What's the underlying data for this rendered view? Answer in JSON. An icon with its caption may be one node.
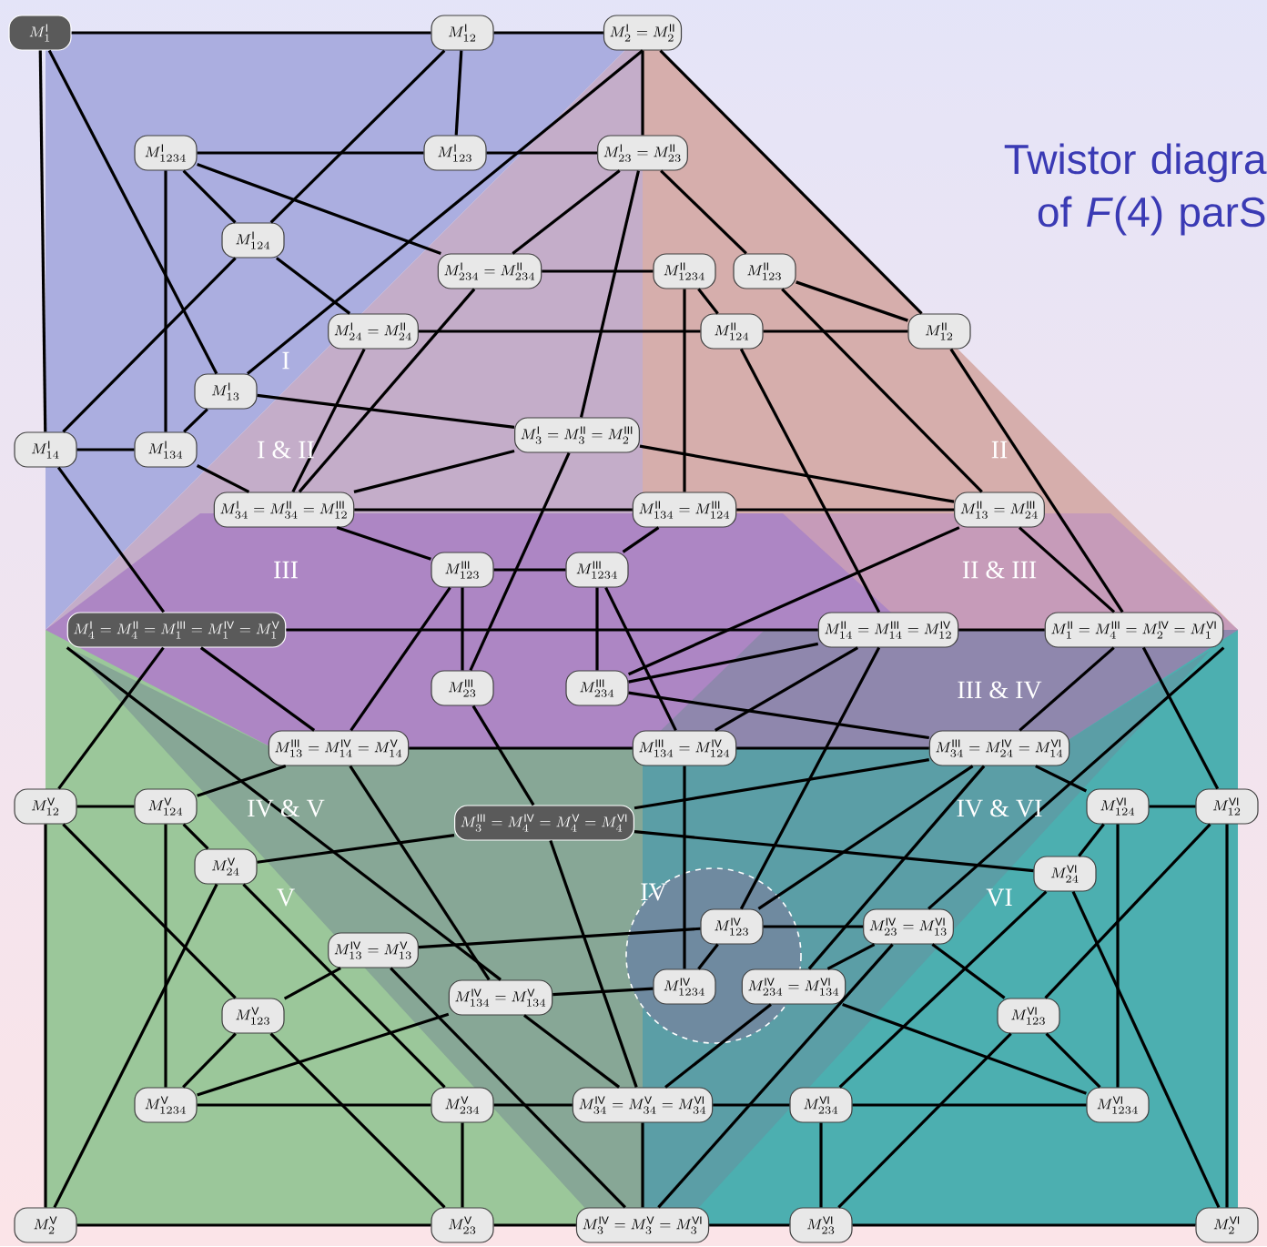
{
  "diagram": {
    "title": "Twistor diagra of *F*(4) parS",
    "nodes": [
      {
        "text": [
          "M^{\\mathrm{I}}_{1}"
        ]
      },
      {
        "text": [
          "M^{\\mathrm{I}}_{12}"
        ]
      },
      {
        "text": [
          "M^{\\mathrm{I}}_{2}=M^{\\mathrm{II}}_{2}"
        ]
      },
      {
        "text": [
          "M^{\\mathrm{I}}_{1234}"
        ]
      },
      {
        "text": [
          "M^{\\mathrm{I}}_{123}"
        ]
      },
      {
        "text": [
          "M^{\\mathrm{I}}_{23}=M^{\\mathrm{II}}_{23}"
        ]
      },
      {
        "text": [
          "M^{\\mathrm{I}}_{124}"
        ]
      },
      {
        "text": [
          "M^{\\mathrm{I}}_{234}=M^{\\mathrm{II}}_{234}"
        ]
      },
      {
        "text": [
          "M^{\\mathrm{II}}_{1234}"
        ]
      },
      {
        "text": [
          "M^{\\mathrm{II}}_{123}"
        ]
      },
      {
        "text": [
          "M^{\\mathrm{I}}_{24}=M^{\\mathrm{II}}_{24}"
        ]
      },
      {
        "text": [
          "M^{\\mathrm{II}}_{124}"
        ]
      },
      {
        "text": [
          "M^{\\mathrm{II}}_{12}"
        ]
      },
      {
        "text": [
          "M^{\\mathrm{I}}_{13}"
        ]
      },
      {
        "text": [
          "M^{\\mathrm{I}}_{14}"
        ]
      },
      {
        "text": [
          "M^{\\mathrm{I}}_{134}"
        ]
      },
      {
        "text": [
          "M^{\\mathrm{I}}_{3}=M^{\\mathrm{II}}_{3}=M^{\\mathrm{III}}_{2}"
        ]
      },
      {
        "text": [
          "M^{\\mathrm{I}}_{34}=M^{\\mathrm{II}}_{34}=M^{\\mathrm{III}}_{12}"
        ]
      },
      {
        "text": [
          "M^{\\mathrm{II}}_{134}=M^{\\mathrm{III}}_{124}"
        ]
      },
      {
        "text": [
          "M^{\\mathrm{II}}_{13}=M^{\\mathrm{III}}_{24}"
        ]
      },
      {
        "text": [
          "M^{\\mathrm{III}}_{123}"
        ]
      },
      {
        "text": [
          "M^{\\mathrm{III}}_{1234}"
        ]
      },
      {
        "text": [
          "M^{\\mathrm{I}}_{4}=M^{\\mathrm{II}}_{4}=M^{\\mathrm{III}}_{1}=M^{\\mathrm{IV}}_{1}=M^{\\mathrm{V}}_{1}"
        ]
      },
      {
        "text": [
          "M^{\\mathrm{II}}_{14}=M^{\\mathrm{III}}_{14}=M^{\\mathrm{IV}}_{12}"
        ]
      },
      {
        "text": [
          "M^{\\mathrm{II}}_{1}=M^{\\mathrm{III}}_{4}=M^{\\mathrm{IV}}_{2}=M^{\\mathrm{VI}}_{1}"
        ]
      },
      {
        "text": [
          "M^{\\mathrm{III}}_{23}"
        ]
      },
      {
        "text": [
          "M^{\\mathrm{III}}_{234}"
        ]
      },
      {
        "text": [
          "M^{\\mathrm{III}}_{13}=M^{\\mathrm{IV}}_{14}=M^{\\mathrm{V}}_{14}"
        ]
      },
      {
        "text": [
          "M^{\\mathrm{III}}_{134}=M^{\\mathrm{IV}}_{124}"
        ]
      },
      {
        "text": [
          "M^{\\mathrm{III}}_{34}=M^{\\mathrm{IV}}_{24}=M^{\\mathrm{VI}}_{14}"
        ]
      },
      {
        "text": [
          "M^{\\mathrm{V}}_{12}"
        ]
      },
      {
        "text": [
          "M^{\\mathrm{V}}_{124}"
        ]
      },
      {
        "text": [
          "M^{\\mathrm{III}}_{3}=M^{\\mathrm{IV}}_{4}=M^{\\mathrm{V}}_{4}=M^{\\mathrm{VI}}_{4}"
        ]
      },
      {
        "text": [
          "M^{\\mathrm{VI}}_{124}"
        ]
      },
      {
        "text": [
          "M^{\\mathrm{VI}}_{12}"
        ]
      },
      {
        "text": [
          "M^{\\mathrm{V}}_{24}"
        ]
      },
      {
        "text": [
          "M^{\\mathrm{VI}}_{24}"
        ]
      },
      {
        "text": [
          "M^{\\mathrm{IV}}_{13}=M^{\\mathrm{V}}_{13}"
        ]
      },
      {
        "text": [
          "M^{\\mathrm{IV}}_{123}"
        ]
      },
      {
        "text": [
          "M^{\\mathrm{IV}}_{23}=M^{\\mathrm{VI}}_{13}"
        ]
      },
      {
        "text": [
          "M^{\\mathrm{V}}_{123}"
        ]
      },
      {
        "text": [
          "M^{\\mathrm{IV}}_{134}=M^{\\mathrm{V}}_{134}"
        ]
      },
      {
        "text": [
          "M^{\\mathrm{IV}}_{1234}"
        ]
      },
      {
        "text": [
          "M^{\\mathrm{IV}}_{234}=M^{\\mathrm{VI}}_{134}"
        ]
      },
      {
        "text": [
          "M^{\\mathrm{VI}}_{123}"
        ]
      },
      {
        "text": [
          "M^{\\mathrm{V}}_{1234}"
        ]
      },
      {
        "text": [
          "M^{\\mathrm{V}}_{234}"
        ]
      },
      {
        "text": [
          "M^{\\mathrm{IV}}_{34}=M^{\\mathrm{V}}_{34}=M^{\\mathrm{VI}}_{34}"
        ]
      },
      {
        "text": [
          "M^{\\mathrm{VI}}_{234}"
        ]
      },
      {
        "text": [
          "M^{\\mathrm{VI}}_{1234}"
        ]
      },
      {
        "text": [
          "M^{\\mathrm{V}}_{2}"
        ]
      },
      {
        "text": [
          "M^{\\mathrm{V}}_{23}"
        ]
      },
      {
        "text": [
          "M^{\\mathrm{IV}}_{3}=M^{\\mathrm{V}}_{3}=M^{\\mathrm{VI}}_{3}"
        ]
      },
      {
        "text": [
          "M^{\\mathrm{VI}}_{23}"
        ]
      },
      {
        "text": [
          "M^{\\mathrm{VI}}_{2}"
        ]
      }
    ],
    "edges": [
      {
        "from": 0,
        "to": 1,
        "arrow": "none"
      },
      {
        "from": 1,
        "to": 2,
        "arrow": "none"
      },
      {
        "from": 0,
        "to": 14,
        "arrow": "none"
      },
      {
        "from": 14,
        "to": 22,
        "arrow": "none"
      },
      {
        "from": 22,
        "to": 30,
        "arrow": "none"
      },
      {
        "from": 30,
        "to": 50,
        "arrow": "none"
      },
      {
        "from": 50,
        "to": 51,
        "arrow": "none"
      },
      {
        "from": 51,
        "to": 52,
        "arrow": "none"
      },
      {
        "from": 52,
        "to": 53,
        "arrow": "none"
      },
      {
        "from": 53,
        "to": 54,
        "arrow": "none"
      },
      {
        "from": 54,
        "to": 34,
        "arrow": "none"
      },
      {
        "from": 34,
        "to": 24,
        "arrow": "none"
      },
      {
        "from": 2,
        "to": 12,
        "arrow": "none"
      },
      {
        "from": 12,
        "to": 24,
        "arrow": "none"
      },
      {
        "from": 2,
        "to": 5,
        "arrow": "none"
      },
      {
        "from": 5,
        "to": 16,
        "arrow": "none"
      },
      {
        "from": 22,
        "to": 23,
        "arrow": "none"
      },
      {
        "from": 23,
        "to": 24,
        "arrow": "none"
      },
      {
        "from": 0,
        "to": 13,
        "arrow": "none"
      },
      {
        "from": 1,
        "to": 4,
        "arrow": "none"
      },
      {
        "from": 3,
        "to": 4,
        "arrow": "none"
      },
      {
        "from": 4,
        "to": 5,
        "arrow": "none"
      },
      {
        "from": 3,
        "to": 15,
        "arrow": "none"
      },
      {
        "from": 3,
        "to": 6,
        "arrow": "none"
      },
      {
        "from": 3,
        "to": 7,
        "arrow": "none"
      },
      {
        "from": 6,
        "to": 10,
        "arrow": "none"
      },
      {
        "from": 6,
        "to": 14,
        "arrow": "none"
      },
      {
        "from": 6,
        "to": 1,
        "arrow": "none"
      },
      {
        "from": 13,
        "to": 16,
        "arrow": "none"
      },
      {
        "from": 13,
        "to": 15,
        "arrow": "none"
      },
      {
        "from": 14,
        "to": 15,
        "arrow": "none"
      },
      {
        "from": 2,
        "to": 13,
        "arrow": "none"
      },
      {
        "from": 5,
        "to": 7,
        "arrow": "none"
      },
      {
        "from": 7,
        "to": 17,
        "arrow": "none"
      },
      {
        "from": 10,
        "to": 17,
        "arrow": "none"
      },
      {
        "from": 15,
        "to": 17,
        "arrow": "none"
      },
      {
        "from": 7,
        "to": 8,
        "arrow": "none"
      },
      {
        "from": 10,
        "to": 11,
        "arrow": "none"
      },
      {
        "from": 11,
        "to": 12,
        "arrow": "none"
      },
      {
        "from": 8,
        "to": 11,
        "arrow": "none"
      },
      {
        "from": 5,
        "to": 9,
        "arrow": "none"
      },
      {
        "from": 9,
        "to": 12,
        "arrow": "none"
      },
      {
        "from": 9,
        "to": 19,
        "arrow": "none"
      },
      {
        "from": 11,
        "to": 23,
        "arrow": "none"
      },
      {
        "from": 8,
        "to": 18,
        "arrow": "none"
      },
      {
        "from": 16,
        "to": 19,
        "arrow": "none"
      },
      {
        "from": 17,
        "to": 16,
        "arrow": "none"
      },
      {
        "from": 17,
        "to": 18,
        "arrow": "none"
      },
      {
        "from": 18,
        "to": 19,
        "arrow": "none"
      },
      {
        "from": 19,
        "to": 24,
        "arrow": "none"
      },
      {
        "from": 19,
        "to": 26,
        "arrow": "none"
      },
      {
        "from": 16,
        "to": 25,
        "arrow": "none"
      },
      {
        "from": 18,
        "to": 21,
        "arrow": "none"
      },
      {
        "from": 17,
        "to": 20,
        "arrow": "none"
      },
      {
        "from": 20,
        "to": 21,
        "arrow": "none"
      },
      {
        "from": 20,
        "to": 25,
        "arrow": "none"
      },
      {
        "from": 21,
        "to": 26,
        "arrow": "none"
      },
      {
        "from": 21,
        "to": 28,
        "arrow": "none"
      },
      {
        "from": 26,
        "to": 29,
        "arrow": "none"
      },
      {
        "from": 26,
        "to": 23,
        "arrow": "none"
      },
      {
        "from": 25,
        "to": 32,
        "arrow": "none"
      },
      {
        "from": 28,
        "to": 42,
        "arrow": "none"
      },
      {
        "from": 28,
        "to": 23,
        "arrow": "none"
      },
      {
        "from": 28,
        "to": 27,
        "arrow": "none"
      },
      {
        "from": 28,
        "to": 29,
        "arrow": "none"
      },
      {
        "from": 20,
        "to": 27,
        "arrow": "none"
      },
      {
        "from": 22,
        "to": 27,
        "arrow": "none"
      },
      {
        "from": 27,
        "to": 41,
        "arrow": "none"
      },
      {
        "from": 22,
        "to": 41,
        "arrow": "none"
      },
      {
        "from": 30,
        "to": 31,
        "arrow": "none"
      },
      {
        "from": 31,
        "to": 27,
        "arrow": "none"
      },
      {
        "from": 31,
        "to": 35,
        "arrow": "none"
      },
      {
        "from": 31,
        "to": 45,
        "arrow": "none"
      },
      {
        "from": 30,
        "to": 40,
        "arrow": "none"
      },
      {
        "from": 35,
        "to": 50,
        "arrow": "none"
      },
      {
        "from": 35,
        "to": 32,
        "arrow": "none"
      },
      {
        "from": 35,
        "to": 46,
        "arrow": "none"
      },
      {
        "from": 37,
        "to": 40,
        "arrow": "none"
      },
      {
        "from": 37,
        "to": 38,
        "arrow": "none"
      },
      {
        "from": 38,
        "to": 39,
        "arrow": "none"
      },
      {
        "from": 40,
        "to": 45,
        "arrow": "none"
      },
      {
        "from": 40,
        "to": 51,
        "arrow": "none"
      },
      {
        "from": 45,
        "to": 41,
        "arrow": "none"
      },
      {
        "from": 45,
        "to": 46,
        "arrow": "none"
      },
      {
        "from": 46,
        "to": 47,
        "arrow": "none"
      },
      {
        "from": 47,
        "to": 48,
        "arrow": "none"
      },
      {
        "from": 48,
        "to": 49,
        "arrow": "none"
      },
      {
        "from": 46,
        "to": 51,
        "arrow": "none"
      },
      {
        "from": 48,
        "to": 53,
        "arrow": "none"
      },
      {
        "from": 41,
        "to": 42,
        "arrow": "none"
      },
      {
        "from": 41,
        "to": 47,
        "arrow": "none"
      },
      {
        "from": 42,
        "to": 38,
        "arrow": "none"
      },
      {
        "from": 43,
        "to": 47,
        "arrow": "none"
      },
      {
        "from": 38,
        "to": 29,
        "arrow": "none"
      },
      {
        "from": 32,
        "to": 36,
        "arrow": "none"
      },
      {
        "from": 32,
        "to": 29,
        "arrow": "none"
      },
      {
        "from": 32,
        "to": 47,
        "arrow": "none"
      },
      {
        "from": 47,
        "to": 52,
        "arrow": "none"
      },
      {
        "from": 24,
        "to": 29,
        "arrow": "none"
      },
      {
        "from": 24,
        "to": 39,
        "arrow": "none"
      },
      {
        "from": 23,
        "to": 38,
        "arrow": "none"
      },
      {
        "from": 29,
        "to": 33,
        "arrow": "none"
      },
      {
        "from": 29,
        "to": 43,
        "arrow": "none"
      },
      {
        "from": 33,
        "to": 34,
        "arrow": "none"
      },
      {
        "from": 33,
        "to": 36,
        "arrow": "none"
      },
      {
        "from": 33,
        "to": 49,
        "arrow": "none"
      },
      {
        "from": 34,
        "to": 44,
        "arrow": "none"
      },
      {
        "from": 36,
        "to": 54,
        "arrow": "none"
      },
      {
        "from": 36,
        "to": 48,
        "arrow": "none"
      },
      {
        "from": 39,
        "to": 44,
        "arrow": "none"
      },
      {
        "from": 39,
        "to": 43,
        "arrow": "none"
      },
      {
        "from": 44,
        "to": 49,
        "arrow": "none"
      },
      {
        "from": 44,
        "to": 53,
        "arrow": "none"
      },
      {
        "from": 43,
        "to": 49,
        "arrow": "none"
      },
      {
        "from": 52,
        "to": 37,
        "arrow": "none"
      },
      {
        "from": 52,
        "to": 39,
        "arrow": "none"
      }
    ],
    "labels": [
      "I",
      "I & II",
      "II",
      "III",
      "II & III",
      "III & IV",
      "IV & V",
      "IV & VI",
      "V",
      "IV",
      "VI"
    ]
  }
}
